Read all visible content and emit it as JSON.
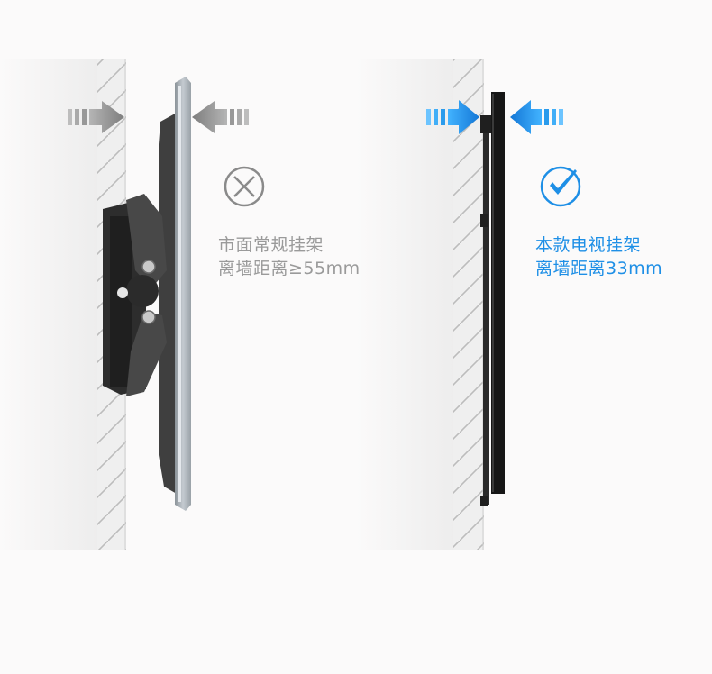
{
  "left_panel": {
    "caption_line1": "市面常规挂架",
    "caption_line2": "离墙距离≥55mm",
    "status_icon": "cross-circle-icon"
  },
  "right_panel": {
    "caption_line1": "本款电视挂架",
    "caption_line2": "离墙距离33mm",
    "status_icon": "check-circle-icon"
  },
  "colors": {
    "wall": "#ededed",
    "hatch": "#b9b9b9",
    "gray_arrow": "#8e8e8e",
    "blue_arrow": "#1e8fe6",
    "bracket": "#4a4a4a",
    "tv_panel_gray": "#a6adb3",
    "tv_panel_black": "#1a1a1a",
    "caption_gray": "#9a9a9a",
    "caption_blue": "#1e8fe6"
  }
}
